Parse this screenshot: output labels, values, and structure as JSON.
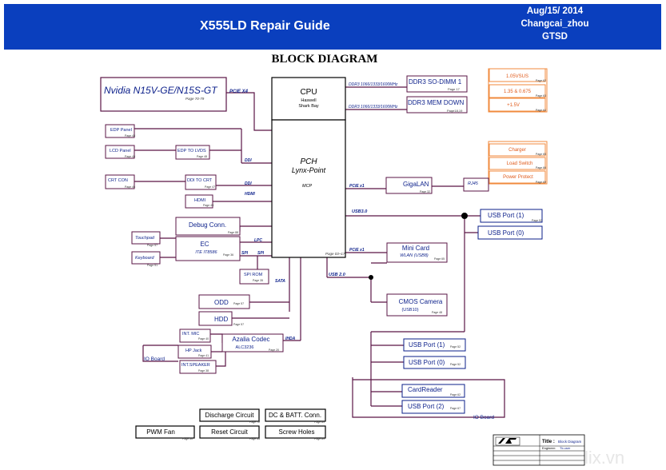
{
  "header": {
    "title": "X555LD Repair Guide",
    "date": "Aug/15/ 2014",
    "author": "Changcai_zhou",
    "dept": "GTSD"
  },
  "heading": "BLOCK DIAGRAM",
  "gpu": {
    "label": "Nvidia N15V-GE/N15S-GT",
    "page": "Page 70-79"
  },
  "cpu": {
    "label": "CPU",
    "sub1": "Haswell",
    "sub2": "Shark Bay"
  },
  "pch": {
    "label": "PCH",
    "sub": "Lynx-Point",
    "mcp": "MCP",
    "page": "Page 03~17"
  },
  "buses": {
    "pcie_x4": "PCIE X4",
    "ddr_top": "DDR3 1066/1333/1600MHz",
    "ddr_bot": "DDR3 1066/1333/1600MHz",
    "ddi1": "DDI",
    "ddi2": "DDI",
    "hdmi": "HDMI",
    "pcie_x1_lan": "PCIE x1",
    "usb3": "USB3.0",
    "lpc": "LPC",
    "spi": "SPI",
    "spi2": "SPI",
    "pcie_x1_wlan": "PCIE x1",
    "usb2": "USB 2.0",
    "sata": "SATA",
    "ihda": "IHDA",
    "rj45": "RJ45"
  },
  "mem": {
    "sodimm": "DDR3 SO-DIMM 1",
    "sodimm_page": "Page 17",
    "memdown": "DDR3 MEM DOWN",
    "memdown_page": "Page18,19"
  },
  "power": [
    {
      "label": "1.05VSUS",
      "page": "Page 62"
    },
    {
      "label": "1.35 & 0.675",
      "page": "Page 63"
    },
    {
      "label": "+1.5V",
      "page": "Page 64"
    },
    {
      "label": "Charger",
      "page": "Page 65"
    },
    {
      "label": "Load Switch",
      "page": "Page 66"
    },
    {
      "label": "Power Protect",
      "page": "Page 69"
    }
  ],
  "left": {
    "edp_panel": "EDP Panel",
    "edp_panel_page": "Page 48",
    "lcd_panel": "LCD Panel",
    "lcd_panel_page": "Page 48",
    "edp_lvds": "EDP TO LVDS",
    "edp_lvds_page": "Page 48",
    "crt_con": "CRT CON",
    "crt_con_page": "Page 46",
    "ddi_crt": "DDI TO CRT",
    "ddi_crt_page": "Page 47",
    "hdmi": "HDMI",
    "hdmi_page": "Page 49",
    "debug": "Debug Conn.",
    "debug_page": "Page 88",
    "touchpad": "Touchpad",
    "touchpad_page": "Page 57",
    "keyboard": "Keyboard",
    "keyboard_page": "Page 51",
    "ec": "EC",
    "ec_sub": "ITE IT8586",
    "ec_page": "Page 36",
    "spirom": "SPI ROM",
    "spirom_page": "Page 35",
    "odd": "ODD",
    "odd_page": "Page 57",
    "hdd": "HDD",
    "hdd_page": "Page 57",
    "int_mic": "INT. MIC",
    "int_mic_page": "Page 40",
    "hp_jack": "HP Jack",
    "hp_jack_page": "Page 41",
    "int_spk": "INT.SPEAKER",
    "int_spk_page": "Page 38",
    "azalia": "Azalia Codec",
    "azalia_sub": "ALC3236",
    "azalia_page": "Page 20",
    "io_board": "IO Board"
  },
  "right": {
    "gigalan": "GigaLAN",
    "gigalan_page": "Page 32",
    "usb1_top": "USB Port (1)",
    "usb1_top_page": "Page 52",
    "usb0_top": "USB Port (0)",
    "usb0_top_page": "Page 52",
    "minicard": "Mini Card",
    "minicard_sub": "WLAN (USB8)",
    "minicard_page": "Page 65",
    "cmos": "CMOS Camera",
    "cmos_sub": "(USB10)",
    "cmos_page": "Page 48",
    "usb1_mid": "USB Port (1)",
    "usb1_mid_page": "Page 52",
    "usb0_mid": "USB Port (0)",
    "usb0_mid_page": "Page 52",
    "cardreader": "CardReader",
    "cardreader_page": "Page 62",
    "usb2_bot": "USB Port (2)",
    "usb2_bot_page": "Page 67",
    "io_board": "IO Board"
  },
  "bottom": {
    "discharge": "Discharge Circuit",
    "discharge_page": "Page 72",
    "dcbatt": "DC & BATT. Conn.",
    "dcbatt_page": "Page 89",
    "pwm": "PWM Fan",
    "pwm_page": "Page 50",
    "reset": "Reset Circuit",
    "reset_page": "Page 55",
    "screw": "Screw Holes",
    "screw_page": "Page 89"
  },
  "titleblock": {
    "title_label": "Title :",
    "title_value": "Block Diagram",
    "engineer_label": "Engineer:",
    "engineer_value": "Tk.user"
  },
  "watermark": "lix.vn",
  "colors": {
    "banner": "#0a3fbe",
    "lines": "#5a1545",
    "power": "#f08a3c",
    "ports": "#0b1f8a"
  }
}
